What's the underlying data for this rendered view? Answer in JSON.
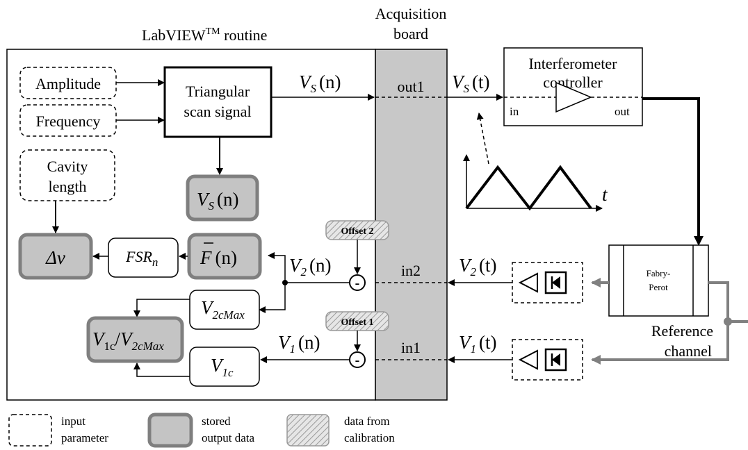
{
  "titles": {
    "labview": "LabVIEW",
    "labview_tm": "TM",
    "labview_suffix": " routine",
    "board_line1": "Acquisition",
    "board_line2": "board"
  },
  "inputs": {
    "amplitude": "Amplitude",
    "frequency": "Frequency",
    "cavity_line1": "Cavity",
    "cavity_line2": "length"
  },
  "blocks": {
    "triangular_line1": "Triangular",
    "triangular_line2": "scan signal",
    "interferometer_line1": "Interferometer",
    "interferometer_line2": "controller",
    "ctrl_in": "in",
    "ctrl_out": "out",
    "fabry_line1": "Fabry-",
    "fabry_line2": "Perot",
    "fsr_main": "FSR",
    "fsr_sub": "n",
    "v2cmax_main": "V",
    "v2cmax_sub": "2cMax",
    "v1c_main": "V",
    "v1c_sub": "1c"
  },
  "outputs": {
    "delta_nu": "Δν",
    "vs_main": "V",
    "vs_sub": "S",
    "vs_arg": "(n)",
    "f_main": "F",
    "f_arg": "(n)",
    "ratio_v1": "V",
    "ratio_v1_sub": "1c",
    "ratio_slash": "/",
    "ratio_v2": "V",
    "ratio_v2_sub": "2cMax"
  },
  "signals": {
    "vsn_main": "V",
    "vsn_sub": "S",
    "vsn_arg": "(n)",
    "vst_main": "V",
    "vst_sub": "S",
    "vst_arg": "(t)",
    "v2n_main": "V",
    "v2n_sub": "2",
    "v2n_arg": "(n)",
    "v2t_main": "V",
    "v2t_sub": "2",
    "v2t_arg": "(t)",
    "v1n_main": "V",
    "v1n_sub": "1",
    "v1n_arg": "(n)",
    "v1t_main": "V",
    "v1t_sub": "1",
    "v1t_arg": "(t)",
    "t_axis": "t"
  },
  "ports": {
    "out1": "out1",
    "in2": "in2",
    "in1": "in1"
  },
  "offsets": {
    "offset2": "Offset 2",
    "offset1": "Offset 1",
    "minus": "-"
  },
  "reference": {
    "line1": "Reference",
    "line2": "channel"
  },
  "legend": {
    "input_line1": "input",
    "input_line2": "parameter",
    "stored_line1": "stored",
    "stored_line2": "output data",
    "calib_line1": "data from",
    "calib_line2": "calibration"
  },
  "colors": {
    "board_fill": "#c8c8c8",
    "stored_fill": "#c4c4c4",
    "stored_stroke": "#7f7f7f",
    "reference_line": "#808080"
  }
}
